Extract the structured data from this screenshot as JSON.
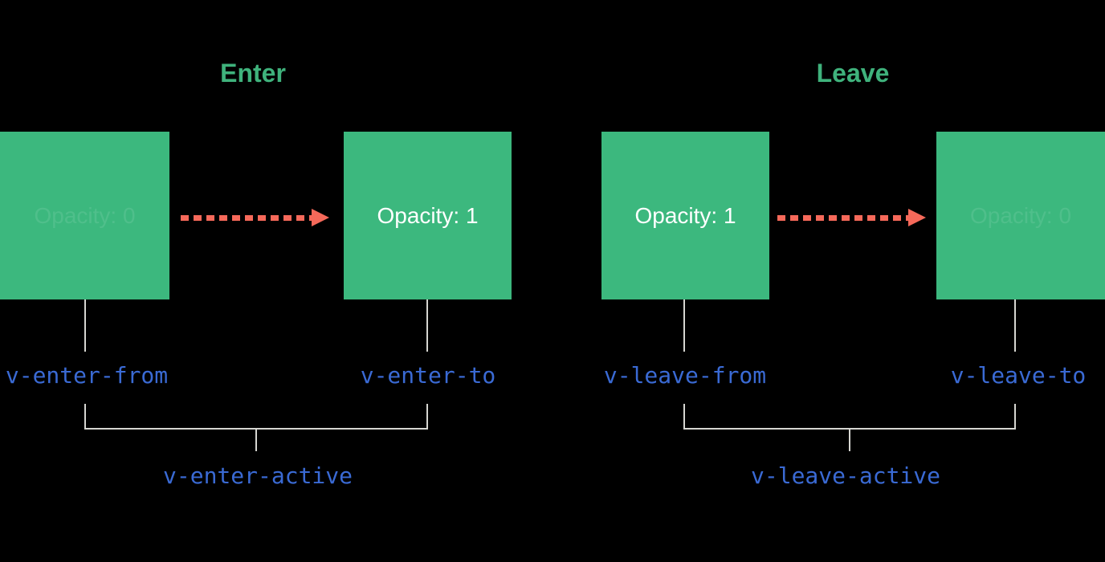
{
  "diagram": {
    "enter": {
      "title": "Enter",
      "from_box": {
        "text": "Opacity: 0"
      },
      "to_box": {
        "text": "Opacity: 1"
      },
      "from_class": "v-enter-from",
      "to_class": "v-enter-to",
      "active_class": "v-enter-active"
    },
    "leave": {
      "title": "Leave",
      "from_box": {
        "text": "Opacity: 1"
      },
      "to_box": {
        "text": "Opacity: 0"
      },
      "from_class": "v-leave-from",
      "to_class": "v-leave-to",
      "active_class": "v-leave-active"
    }
  },
  "colors": {
    "bg": "#000000",
    "box_green": "#3CB87E",
    "title_green": "#3FB27C",
    "label_blue": "#3A6AD4",
    "arrow_salmon": "#F6695A",
    "line_gray": "#D6D6D1",
    "box_text": "#FFFFFF"
  }
}
